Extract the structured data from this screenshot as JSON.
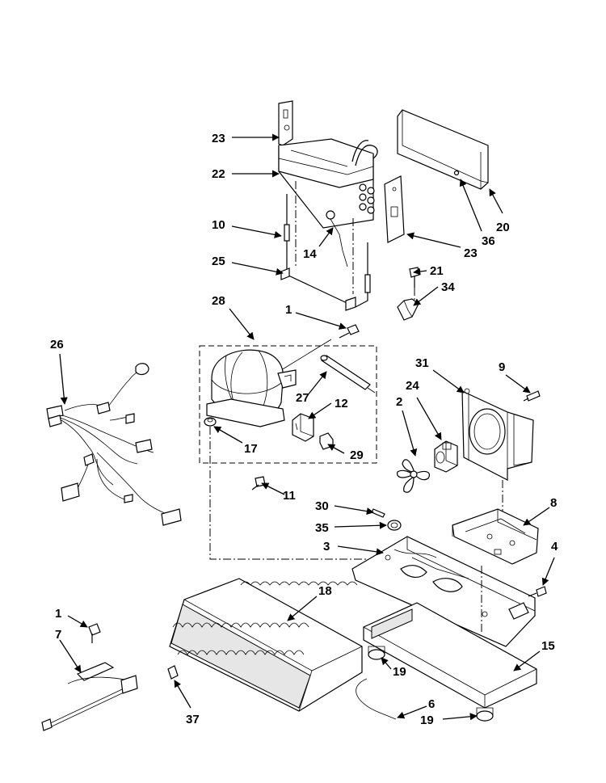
{
  "diagram": {
    "title": "",
    "labels": [
      {
        "id": "23a",
        "text": "23"
      },
      {
        "id": "22",
        "text": "22"
      },
      {
        "id": "10",
        "text": "10"
      },
      {
        "id": "14",
        "text": "14"
      },
      {
        "id": "25",
        "text": "25"
      },
      {
        "id": "23b",
        "text": "23"
      },
      {
        "id": "36",
        "text": "36"
      },
      {
        "id": "20",
        "text": "20"
      },
      {
        "id": "21",
        "text": "21"
      },
      {
        "id": "34",
        "text": "34"
      },
      {
        "id": "28",
        "text": "28"
      },
      {
        "id": "1a",
        "text": "1"
      },
      {
        "id": "26",
        "text": "26"
      },
      {
        "id": "27",
        "text": "27"
      },
      {
        "id": "12",
        "text": "12"
      },
      {
        "id": "17",
        "text": "17"
      },
      {
        "id": "29",
        "text": "29"
      },
      {
        "id": "31",
        "text": "31"
      },
      {
        "id": "9",
        "text": "9"
      },
      {
        "id": "24",
        "text": "24"
      },
      {
        "id": "2",
        "text": "2"
      },
      {
        "id": "11",
        "text": "11"
      },
      {
        "id": "30",
        "text": "30"
      },
      {
        "id": "35",
        "text": "35"
      },
      {
        "id": "8",
        "text": "8"
      },
      {
        "id": "3",
        "text": "3"
      },
      {
        "id": "4",
        "text": "4"
      },
      {
        "id": "18",
        "text": "18"
      },
      {
        "id": "1b",
        "text": "1"
      },
      {
        "id": "7",
        "text": "7"
      },
      {
        "id": "15",
        "text": "15"
      },
      {
        "id": "19a",
        "text": "19"
      },
      {
        "id": "37",
        "text": "37"
      },
      {
        "id": "6",
        "text": "6"
      },
      {
        "id": "19b",
        "text": "19"
      }
    ]
  }
}
